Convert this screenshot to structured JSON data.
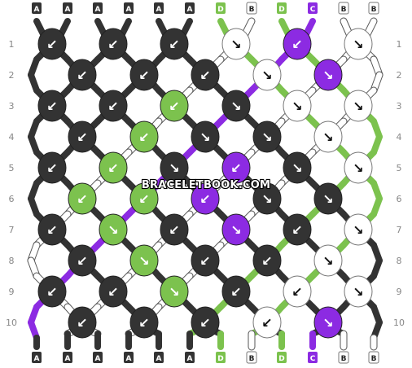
{
  "watermark": "BRACELETBOOK.COM",
  "colors": {
    "A": "#333333",
    "B": "#ffffff",
    "C": "#8c2be2",
    "D": "#7cc24e"
  },
  "strands_top": [
    "A",
    "A",
    "A",
    "A",
    "A",
    "A",
    "D",
    "B",
    "D",
    "C",
    "B",
    "B"
  ],
  "strands_bottom": [
    "A",
    "A",
    "A",
    "A",
    "A",
    "A",
    "D",
    "B",
    "D",
    "C",
    "B",
    "B"
  ],
  "row_numbers": [
    "1",
    "2",
    "3",
    "4",
    "5",
    "6",
    "7",
    "8",
    "9",
    "10"
  ],
  "knots": [
    [
      {
        "c": "A",
        "d": "↙"
      },
      {
        "c": "A",
        "d": "↙"
      },
      {
        "c": "A",
        "d": "↙"
      },
      {
        "c": "B",
        "d": "↘"
      },
      {
        "c": "C",
        "d": "↙"
      },
      {
        "c": "B",
        "d": "↘"
      }
    ],
    [
      {
        "c": "A",
        "d": "↙"
      },
      {
        "c": "A",
        "d": "↙"
      },
      {
        "c": "A",
        "d": "↙"
      },
      {
        "c": "B",
        "d": "↘"
      },
      {
        "c": "C",
        "d": "↘"
      }
    ],
    [
      {
        "c": "A",
        "d": "↙"
      },
      {
        "c": "A",
        "d": "↙"
      },
      {
        "c": "D",
        "d": "↙"
      },
      {
        "c": "A",
        "d": "↘"
      },
      {
        "c": "B",
        "d": "↘"
      },
      {
        "c": "B",
        "d": "↘"
      }
    ],
    [
      {
        "c": "A",
        "d": "↙"
      },
      {
        "c": "D",
        "d": "↙"
      },
      {
        "c": "A",
        "d": "↘"
      },
      {
        "c": "A",
        "d": "↘"
      },
      {
        "c": "B",
        "d": "↘"
      }
    ],
    [
      {
        "c": "A",
        "d": "↙"
      },
      {
        "c": "D",
        "d": "↙"
      },
      {
        "c": "A",
        "d": "↘"
      },
      {
        "c": "C",
        "d": "↙"
      },
      {
        "c": "A",
        "d": "↘"
      },
      {
        "c": "B",
        "d": "↘"
      }
    ],
    [
      {
        "c": "D",
        "d": "↙"
      },
      {
        "c": "D",
        "d": "↙"
      },
      {
        "c": "C",
        "d": "↙"
      },
      {
        "c": "A",
        "d": "↘"
      },
      {
        "c": "A",
        "d": "↘"
      }
    ],
    [
      {
        "c": "A",
        "d": "↙"
      },
      {
        "c": "D",
        "d": "↘"
      },
      {
        "c": "A",
        "d": "↙"
      },
      {
        "c": "C",
        "d": "↘"
      },
      {
        "c": "A",
        "d": "↙"
      },
      {
        "c": "B",
        "d": "↘"
      }
    ],
    [
      {
        "c": "A",
        "d": "↙"
      },
      {
        "c": "D",
        "d": "↘"
      },
      {
        "c": "A",
        "d": "↙"
      },
      {
        "c": "A",
        "d": "↙"
      },
      {
        "c": "B",
        "d": "↘"
      }
    ],
    [
      {
        "c": "A",
        "d": "↙"
      },
      {
        "c": "A",
        "d": "↙"
      },
      {
        "c": "D",
        "d": "↘"
      },
      {
        "c": "A",
        "d": "↙"
      },
      {
        "c": "B",
        "d": "↙"
      },
      {
        "c": "B",
        "d": "↘"
      }
    ],
    [
      {
        "c": "A",
        "d": "↙"
      },
      {
        "c": "A",
        "d": "↙"
      },
      {
        "c": "A",
        "d": "↙"
      },
      {
        "c": "B",
        "d": "↙"
      },
      {
        "c": "C",
        "d": "↘"
      }
    ]
  ]
}
